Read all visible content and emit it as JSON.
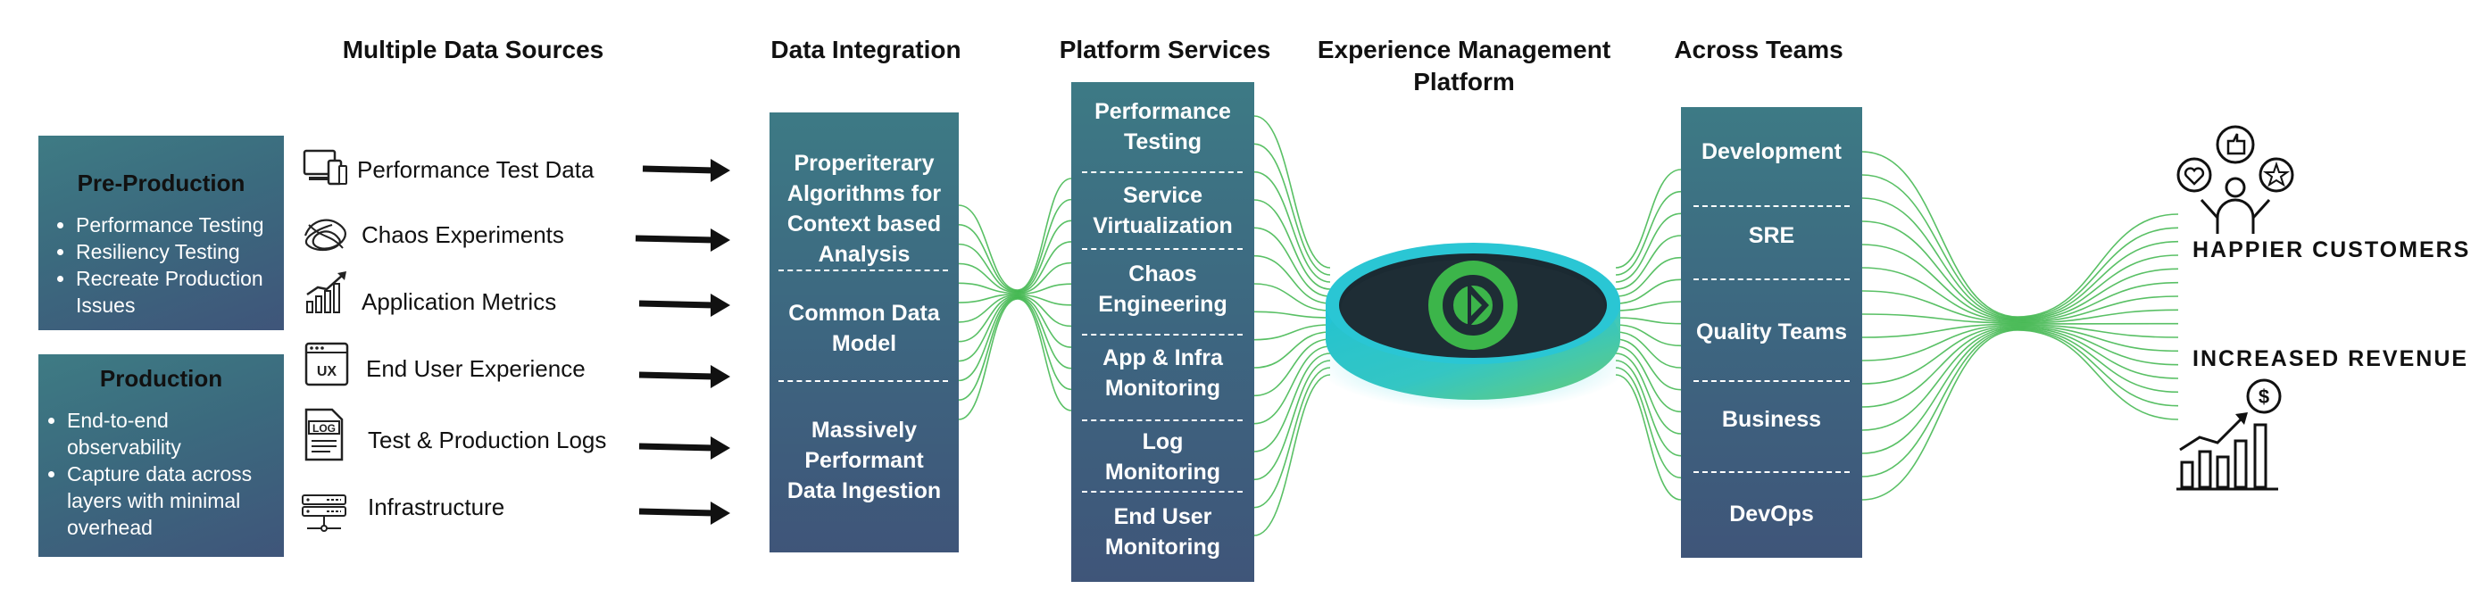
{
  "headers": {
    "sources": "Multiple Data Sources",
    "integration": "Data Integration",
    "platform": "Platform Services",
    "experience": "Experience Management Platform",
    "teams": "Across Teams"
  },
  "preproduction": {
    "title": "Pre-Production",
    "items": [
      "Performance Testing",
      "Resiliency Testing",
      "Recreate Production Issues"
    ]
  },
  "production": {
    "title": "Production",
    "items": [
      "End-to-end observability",
      "Capture data across layers with minimal overhead"
    ]
  },
  "sources": [
    {
      "label": "Performance Test Data",
      "icon": "devices-icon"
    },
    {
      "label": "Chaos Experiments",
      "icon": "chaos-icon"
    },
    {
      "label": "Application Metrics",
      "icon": "metrics-chart-icon"
    },
    {
      "label": "End User Experience",
      "icon": "ux-window-icon"
    },
    {
      "label": "Test & Production Logs",
      "icon": "log-file-icon"
    },
    {
      "label": "Infrastructure",
      "icon": "server-icon"
    }
  ],
  "integration": [
    "Properiterary Algorithms for Context based Analysis",
    "Common Data Model",
    "Massively Performant Data Ingestion"
  ],
  "platform": [
    "Performance Testing",
    "Service Virtualization",
    "Chaos Engineering",
    "App & Infra Monitoring",
    "Log Monitoring",
    "End User Monitoring"
  ],
  "teams": [
    "Development",
    "SRE",
    "Quality Teams",
    "Business",
    "DevOps"
  ],
  "outcomes": [
    "HAPPIER CUSTOMERS",
    "INCREASED REVENUE"
  ],
  "colors": {
    "panel": "#3d6a80",
    "accent_green": "#3cb54a",
    "disc_dark": "#1c2b33",
    "disc_cyan": "#22c7d6"
  }
}
